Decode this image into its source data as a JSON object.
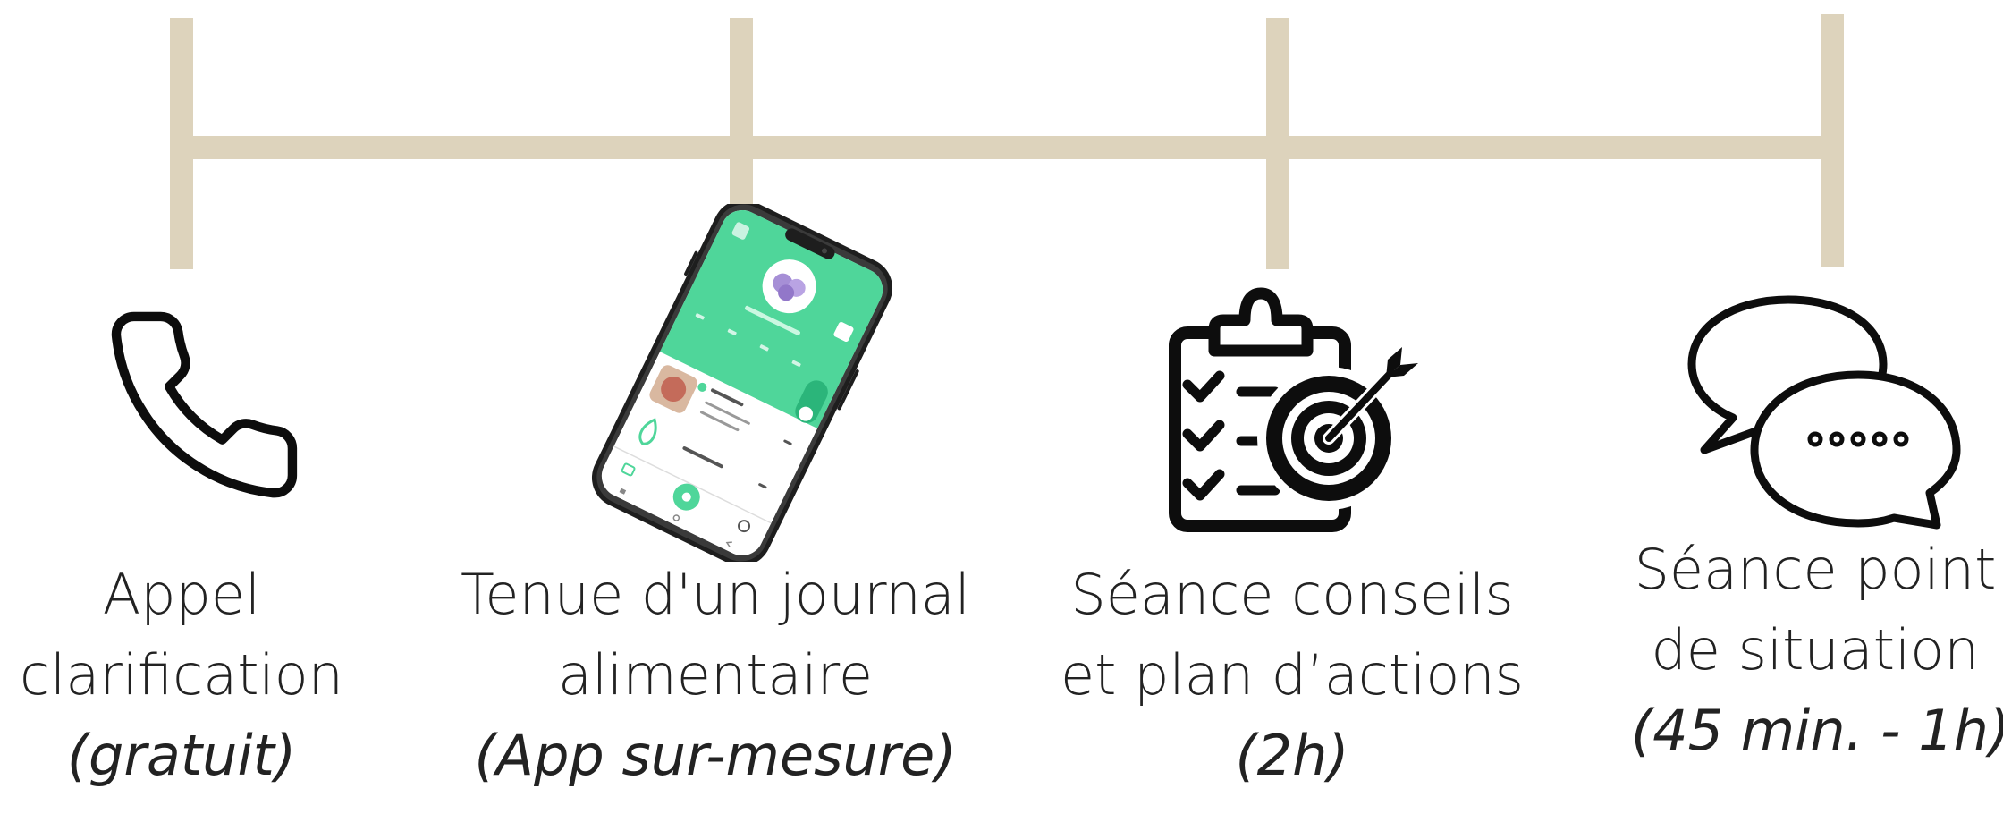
{
  "colors": {
    "timeline": "#DDD3BC",
    "icon": "#0d0d0d",
    "app_green": "#4FD69A"
  },
  "steps": [
    {
      "title_line1": "Appel",
      "title_line2": "clarification",
      "note": "(gratuit)",
      "icon": "phone-icon"
    },
    {
      "title_line1": "Tenue d'un journal",
      "title_line2": "alimentaire",
      "note": "(App sur-mesure)",
      "icon": "smartphone-app-icon"
    },
    {
      "title_line1": "Séance conseils",
      "title_line2": "et plan d’actions",
      "note": "(2h)",
      "icon": "checklist-target-icon"
    },
    {
      "title_line1": "Séance point",
      "title_line2": "de situation",
      "note": "(45 min. - 1h)",
      "icon": "chat-bubbles-icon"
    }
  ]
}
